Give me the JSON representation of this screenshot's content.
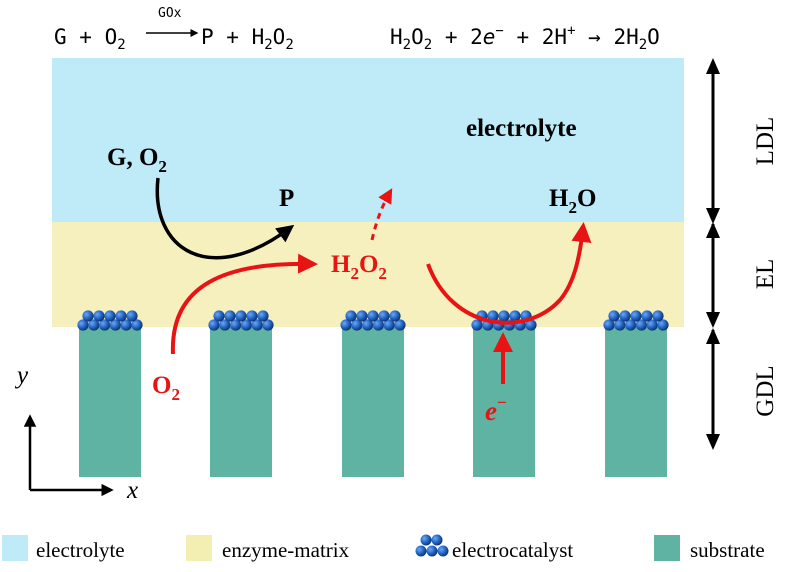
{
  "equations": {
    "left": {
      "reactants": "G + O",
      "o2_sub": "2",
      "catalyst": "GOx",
      "products": "P + H",
      "h2o2_sub1": "2",
      "o_mid": "O",
      "h2o2_sub2": "2"
    },
    "right": {
      "h": "H",
      "sub1": "2",
      "o": "O",
      "sub2": "2",
      "mid": " + 2",
      "e": "e",
      "e_sup": "−",
      "plus_h": " + 2H",
      "h_sup": "+",
      "arrow": " → 2H",
      "sub3": "2",
      "o_end": "O"
    }
  },
  "regions": {
    "electrolyte_label": "electrolyte"
  },
  "species": {
    "g_o2": {
      "text": "G, O",
      "sub": "2"
    },
    "p": "P",
    "h2o": {
      "h": "H",
      "sub": "2",
      "o": "O"
    },
    "h2o2": {
      "h": "H",
      "sub1": "2",
      "o": "O",
      "sub2": "2"
    },
    "o2": {
      "o": "O",
      "sub": "2"
    },
    "electron": {
      "e": "e",
      "sup": "−"
    }
  },
  "axes": {
    "y": "y",
    "x": "x"
  },
  "layers": {
    "ldl": "LDL",
    "el": "EL",
    "gdl": "GDL"
  },
  "legend": [
    {
      "label": "electrolyte",
      "color": "#bfeaf7"
    },
    {
      "label": "enzyme-matrix",
      "color": "#f3efb3"
    },
    {
      "label": "electrocatalyst",
      "color": "#1f5fb8"
    },
    {
      "label": "substrate",
      "color": "#5fb3a3"
    }
  ],
  "colors": {
    "electrolyte": "#bfeaf7",
    "enzyme": "#f6f0bf",
    "substrate": "#5fb3a3",
    "catalyst": "#1f5fb8",
    "red": "#e81414",
    "black": "#000000"
  }
}
